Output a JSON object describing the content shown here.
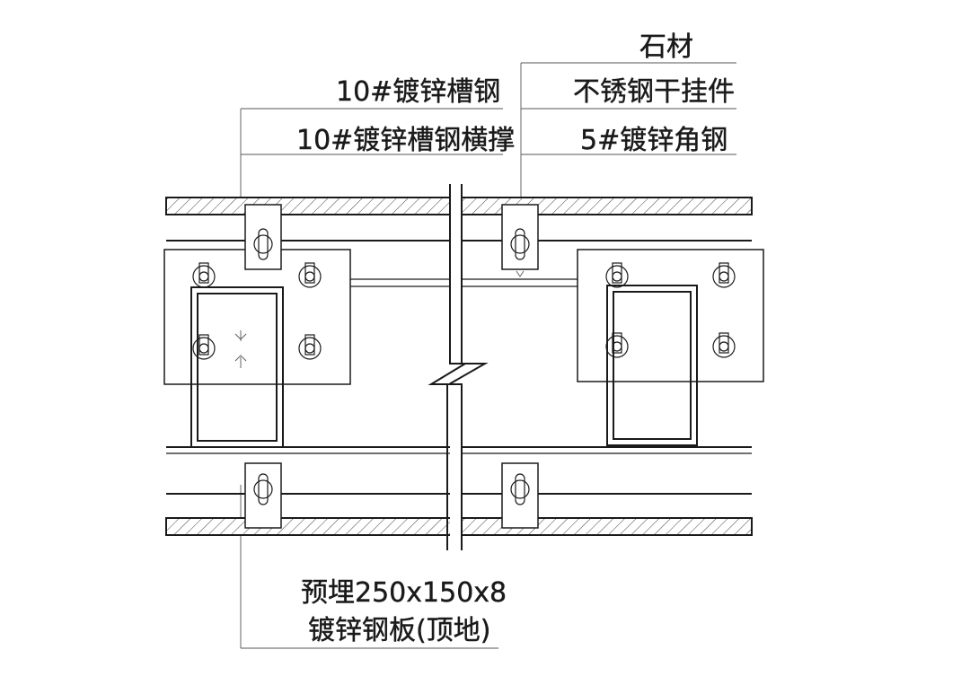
{
  "labels": {
    "stone": "石材",
    "channel_steel": "10#镀锌槽钢",
    "stainless_hanger": "不锈钢干挂件",
    "channel_brace": "10#镀锌槽钢横撑",
    "angle_steel": "5#镀锌角钢",
    "embedded_plate_size": "预埋250x150x8",
    "embedded_plate_desc": "镀锌钢板(顶地)"
  }
}
